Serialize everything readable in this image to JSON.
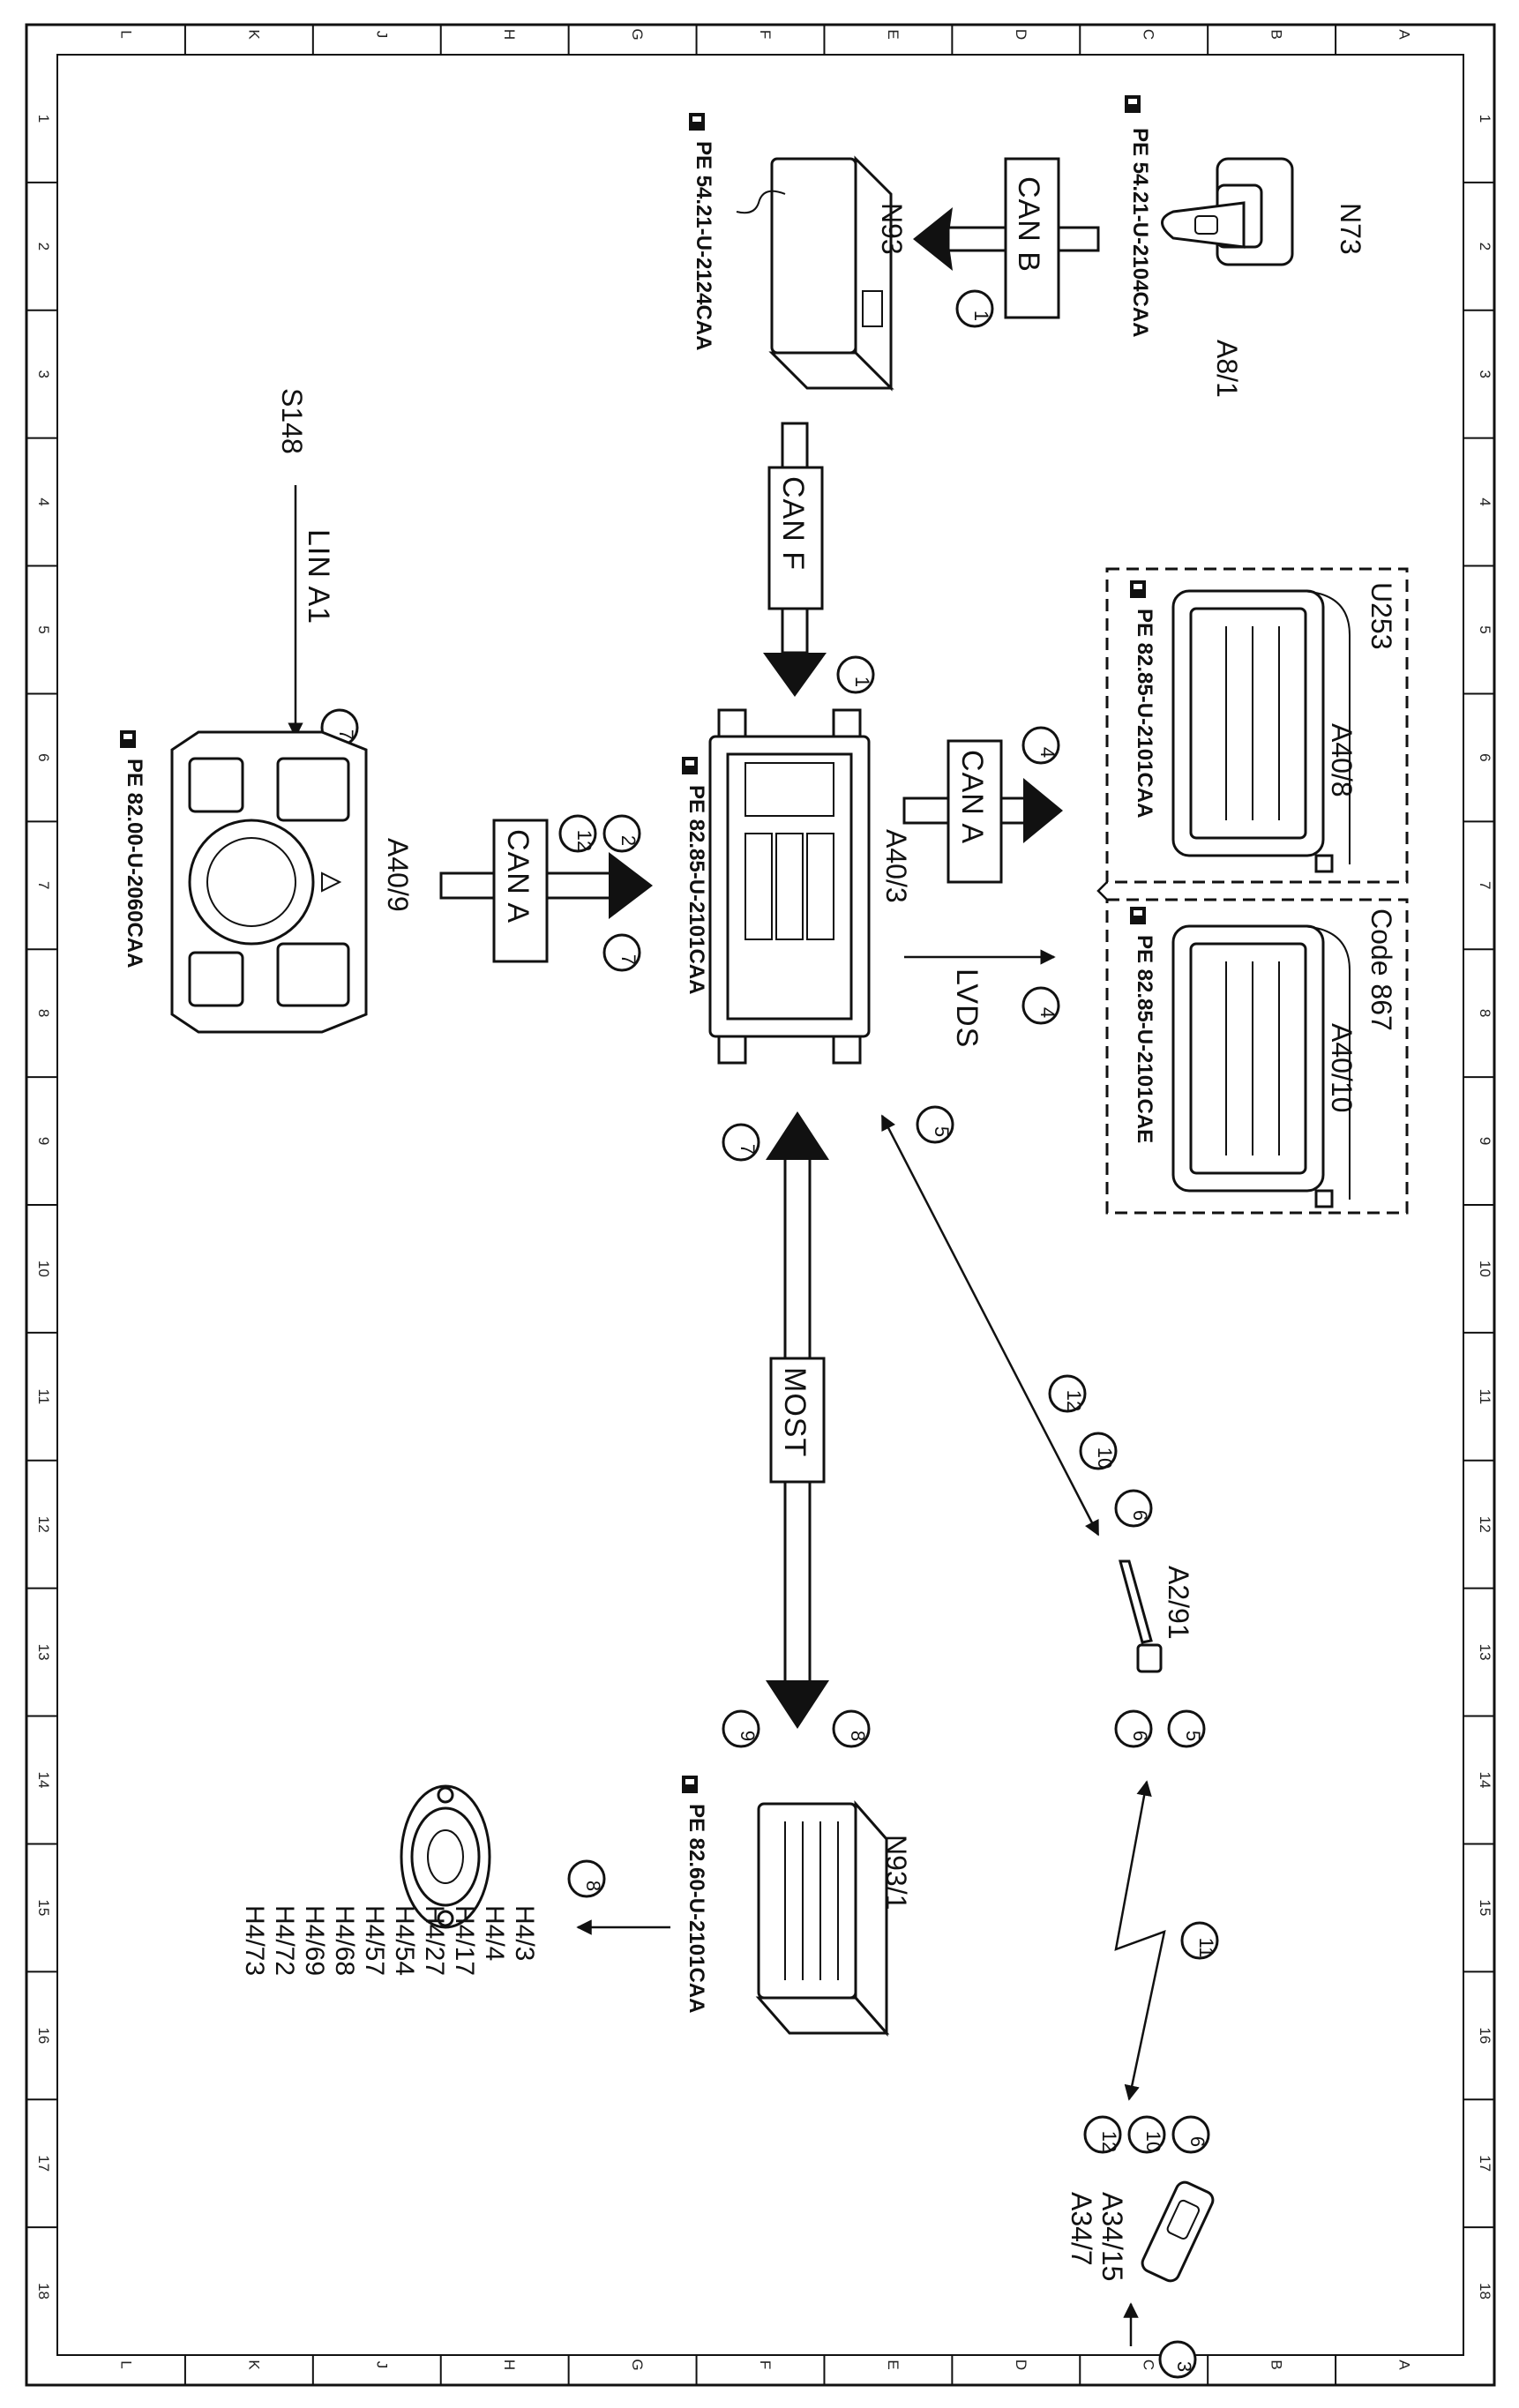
{
  "border": {
    "columns": [
      "L",
      "K",
      "J",
      "H",
      "G",
      "F",
      "E",
      "D",
      "C",
      "B",
      "A"
    ],
    "rows": [
      "1",
      "2",
      "3",
      "4",
      "5",
      "6",
      "7",
      "8",
      "9",
      "10",
      "11",
      "12",
      "13",
      "14",
      "15",
      "16",
      "17",
      "18"
    ]
  },
  "components": {
    "n73": {
      "name": "N73",
      "sub": "A8/1",
      "pe": "PE  54.21-U-2104CAA"
    },
    "n93": {
      "name": "N93",
      "pe": "PE  54.21-U-2124CAA"
    },
    "s148": {
      "name": "S148"
    },
    "a40_9": {
      "name": "A40/9",
      "pe": "PE  82.00-U-2060CAA"
    },
    "a40_3": {
      "name": "A40/3",
      "pe": "PE  82.85-U-2101CAA"
    },
    "u253": {
      "group": "U253",
      "name": "A40/8",
      "pe": "PE  82.85-U-2101CAA"
    },
    "code867": {
      "group": "Code  867",
      "name": "A40/10",
      "pe": "PE  82.85-U-2101CAE"
    },
    "a2_91": {
      "name": "A2/91"
    },
    "n93_1": {
      "name": "N93/1",
      "pe": "PE  82.60-U-2101CAA"
    },
    "a34": {
      "name1": "A34/15",
      "name2": "A34/7"
    },
    "speakers": [
      "H4/3",
      "H4/4",
      "H4/17",
      "H4/27",
      "H4/54",
      "H4/57",
      "H4/68",
      "H4/69",
      "H4/72",
      "H4/73"
    ]
  },
  "buses": {
    "can_b": "CAN B",
    "can_f": "CAN F",
    "can_a_upper": "CAN  A",
    "can_a_left": "CAN  A",
    "lvds": "LVDS",
    "lin": "LIN  A1",
    "most": "MOST"
  },
  "circles": {
    "c_canb": "1",
    "c_canf": "1",
    "c_cana_up": "4",
    "c_lvds": "4",
    "c_a409_2": "2",
    "c_a409_12": "12",
    "c_a409_7": "7",
    "c_lin": "7",
    "c_most_top": "7",
    "c_a40_5": "5",
    "c_diag_12": "12",
    "c_diag_10": "10",
    "c_diag_6": "6",
    "c_a291_5": "5",
    "c_a291_6": "6",
    "c_n931_8": "8",
    "c_n931_9": "9",
    "c_spk_8": "8",
    "c_wl_11": "11",
    "c_a34_6": "6",
    "c_a34_10": "10",
    "c_a34_12": "12",
    "c_bottom_3": "3"
  }
}
